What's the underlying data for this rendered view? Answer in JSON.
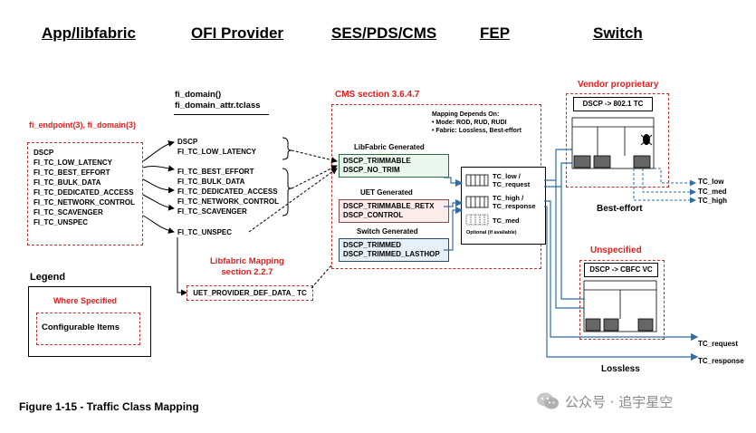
{
  "headers": {
    "app": "App/libfabric",
    "ofi": "OFI Provider",
    "ses": "SES/PDS/CMS",
    "fep": "FEP",
    "switch": "Switch"
  },
  "app_column": {
    "title": "fi_endpoint(3), fi_domain(3)",
    "items": [
      "DSCP",
      "FI_TC_LOW_LATENCY",
      "FI_TC_BEST_EFFORT",
      "FI_TC_BULK_DATA",
      "FI_TC_DEDICATED_ACCESS",
      "FI_TC_NETWORK_CONTROL",
      "FI_TC_SCAVENGER",
      "FI_TC_UNSPEC"
    ]
  },
  "ofi_column": {
    "title_line1": "fi_domain()",
    "title_line2": "fi_domain_attr.tclass",
    "group1": [
      "DSCP",
      "FI_TC_LOW_LATENCY"
    ],
    "group2": [
      "FI_TC_BEST_EFFORT",
      "FI_TC_BULK_DATA",
      "FI_TC_DEDICATED_ACCESS",
      "FI_TC_NETWORK_CONTROL",
      "FI_TC_SCAVENGER"
    ],
    "group3": [
      "FI_TC_UNSPEC"
    ],
    "mapping_title_line1": "Libfabric Mapping",
    "mapping_title_line2": "section 2.2.7",
    "mapping_box": "UET_PROVIDER_DEF_DATA_ TC"
  },
  "cms": {
    "title": "CMS section 3.6.4.7",
    "mapping_title": "Mapping Depends On:",
    "mapping_items": [
      "Mode: ROD, RUD, RUDI",
      "Fabric: Lossless, Best-effort"
    ],
    "libfabric_label": "LibFabric Generated",
    "libfabric_items": [
      "DSCP_TRIMMABLE",
      "DSCP_NO_TRIM"
    ],
    "uet_label": "UET Generated",
    "uet_items": [
      "DSCP_TRIMMABLE_RETX",
      "DSCP_CONTROL"
    ],
    "switch_label": "Switch Generated",
    "switch_items": [
      "DSCP_TRIMMED",
      "DSCP_TRIMMED_LASTHOP"
    ]
  },
  "fep": {
    "queue1_label": "TC_low / TC_request",
    "queue1_line1": "TC_low /",
    "queue1_line2": "TC_request",
    "queue2_line1": "TC_high /",
    "queue2_line2": "TC_response",
    "queue3_label": "TC_med",
    "optional": "Optional (if available)"
  },
  "switch": {
    "vendor_title": "Vendor proprietary",
    "vendor_map": "DSCP -> 802.1 TC",
    "best_effort_label": "Best-effort",
    "best_effort_outputs": [
      "TC_low",
      "TC_med",
      "TC_high"
    ],
    "unspecified_title": "Unspecified",
    "unspecified_map": "DSCP -> CBFC VC",
    "lossless_label": "Lossless",
    "lossless_outputs": [
      "TC_request",
      "TC_response"
    ]
  },
  "legend": {
    "title": "Legend",
    "where_specified": "Where Specified",
    "configurable": "Configurable Items"
  },
  "caption": "Figure 1-15 - Traffic Class Mapping",
  "watermark": "公众号 · 追宇星空",
  "colors": {
    "red": "#e02020",
    "blue_line": "#2f6ea6",
    "green_fill": "#eaf6ee",
    "pink_fill": "#fbeceb",
    "blue_fill": "#e7f0f7"
  }
}
